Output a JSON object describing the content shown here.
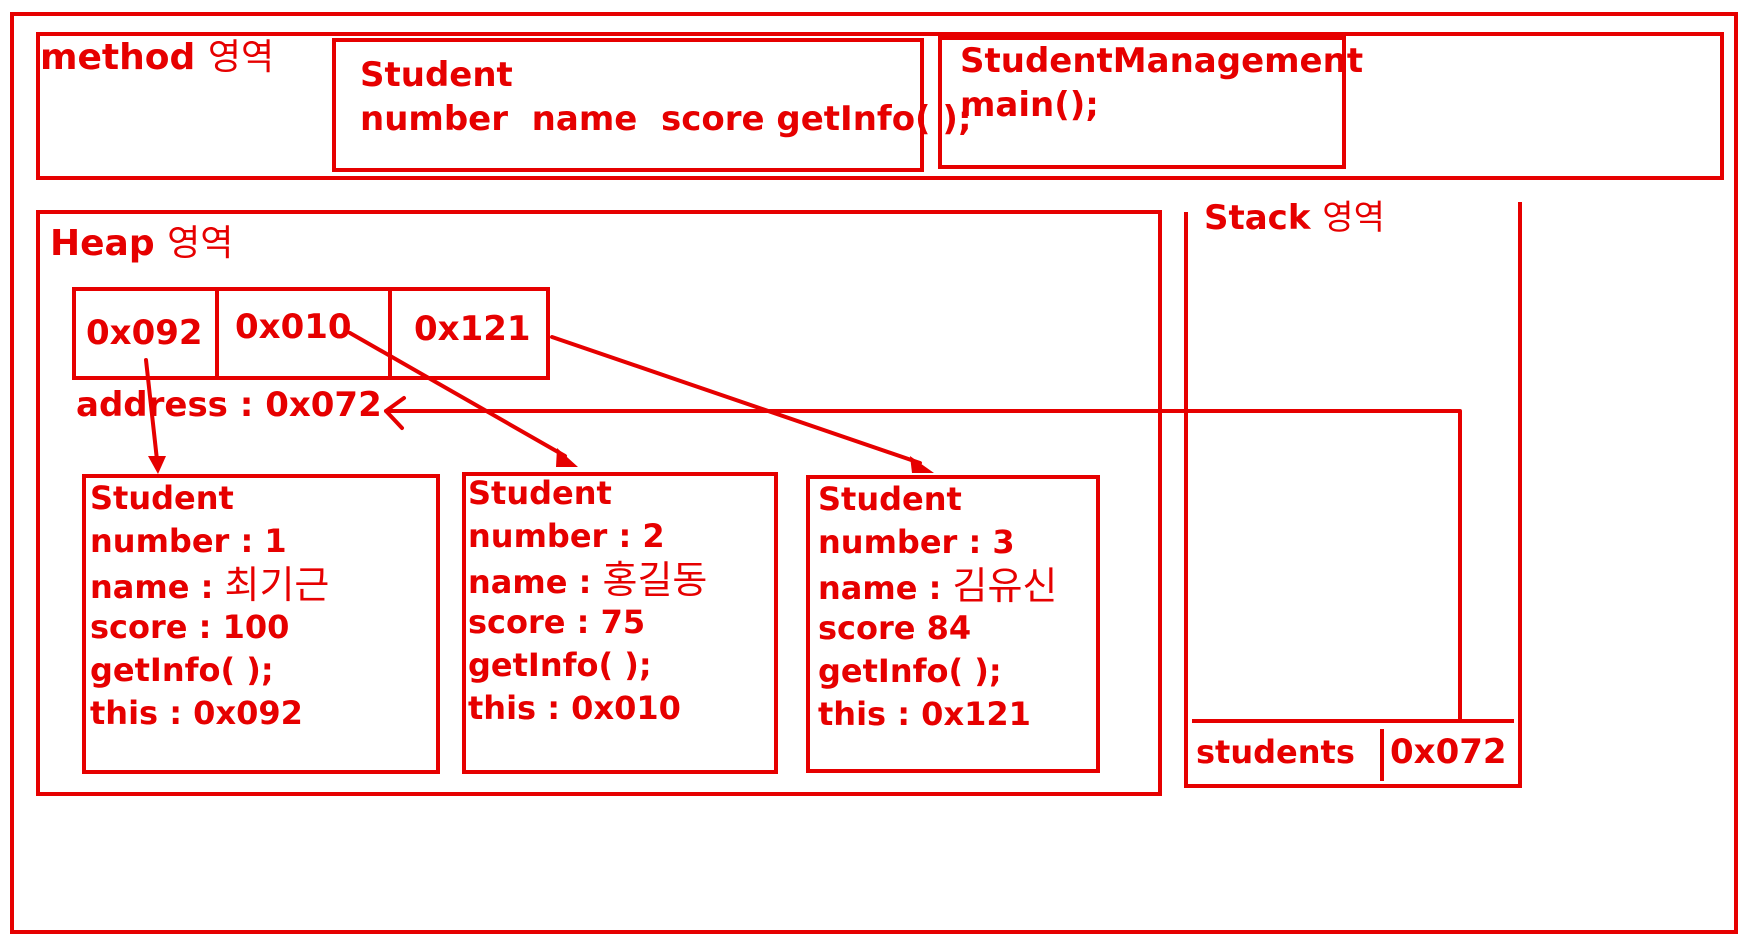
{
  "color": "#e60000",
  "method_area": {
    "label": "method",
    "label_suffix": "영역",
    "student_class": {
      "name": "Student",
      "members": "number  name  score getInfo( );"
    },
    "management_class": {
      "name": "StudentManagement",
      "members": "main();"
    }
  },
  "heap_area": {
    "label": "Heap",
    "label_suffix": "영역",
    "array_cells": [
      "0x092",
      "0x010",
      "0x121"
    ],
    "array_address": "address : 0x072",
    "objects": [
      {
        "class": "Student",
        "number": "number : 1",
        "name_prefix": "name : ",
        "name_value": "최기근",
        "score": "score : 100",
        "method": "getInfo( );",
        "this": "this : 0x092"
      },
      {
        "class": "Student",
        "number": "number : 2",
        "name_prefix": "name : ",
        "name_value": "홍길동",
        "score": "score : 75",
        "method": "getInfo( );",
        "this": "this : 0x010"
      },
      {
        "class": "Student",
        "number": "number : 3",
        "name_prefix": "name : ",
        "name_value": "김유신",
        "score": "score 84",
        "method": "getInfo( );",
        "this": "this : 0x121"
      }
    ]
  },
  "stack_area": {
    "label": "Stack",
    "label_suffix": "영역",
    "variable_name": "students",
    "variable_value": "0x072"
  }
}
